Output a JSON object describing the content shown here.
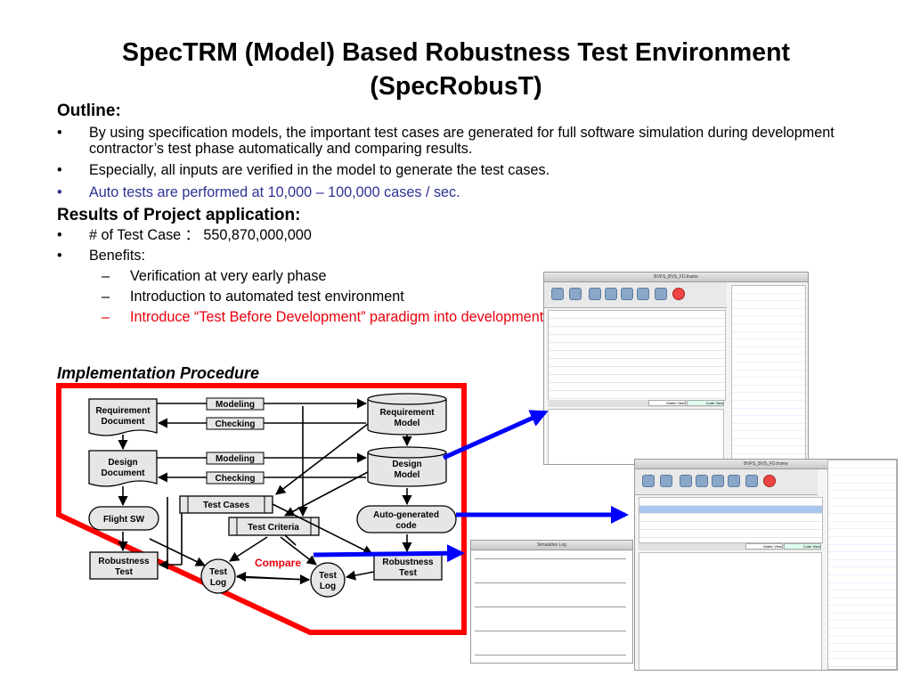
{
  "title": {
    "line1": "SpecTRM (Model) Based Robustness Test Environment",
    "line2": "(SpecRobusT)"
  },
  "outline": {
    "heading": "Outline:",
    "bullets": [
      "By using specification models, the important test cases are generated for full software simulation during development contractor’s test phase automatically and comparing results.",
      "Especially, all inputs are verified in the model to generate the test cases.",
      "Auto tests are performed at 10,000 – 100,000 cases / sec."
    ]
  },
  "results": {
    "heading": "Results of Project application:",
    "test_case": "# of Test Case ： 550,870,000,000",
    "benefits_label": "Benefits:",
    "benefits": [
      "Verification at very early phase",
      "Introduction to automated test environment",
      "Introduce “Test Before Development” paradigm into development process"
    ]
  },
  "implementation": {
    "heading": "Implementation Procedure"
  },
  "diagram": {
    "nodes": {
      "requirement_document": [
        "Requirement",
        "Document"
      ],
      "design_document": [
        "Design",
        "Document"
      ],
      "flight_sw": "Flight SW",
      "robustness_test_left": [
        "Robustness",
        "Test"
      ],
      "requirement_model": [
        "Requirement",
        "Model"
      ],
      "design_model": [
        "Design",
        "Model"
      ],
      "test_cases": "Test Cases",
      "test_criteria": "Test Criteria",
      "auto_generated_code": [
        "Auto-generated",
        "code"
      ],
      "robustness_test_right": [
        "Robustness",
        "Test"
      ],
      "test_log_left": [
        "Test",
        "Log"
      ],
      "test_log_right": [
        "Test",
        "Log"
      ]
    },
    "labels": {
      "modeling": "Modeling",
      "checking": "Checking",
      "compare": "Compare"
    }
  },
  "screenshots": {
    "top_window_title": "BVFS_BVS_FD.frame",
    "bottom_window_title": "BVFS_BVS_FD.frame",
    "log_window_title": "Simulation Log",
    "model_view_tab": "Matrix View",
    "code_view_tab": "Code View"
  },
  "colors": {
    "blue_text": "#2e3192",
    "red_text": "#e8000b",
    "red_frame": "#ff0000",
    "blue_arrow": "#0000ff"
  }
}
